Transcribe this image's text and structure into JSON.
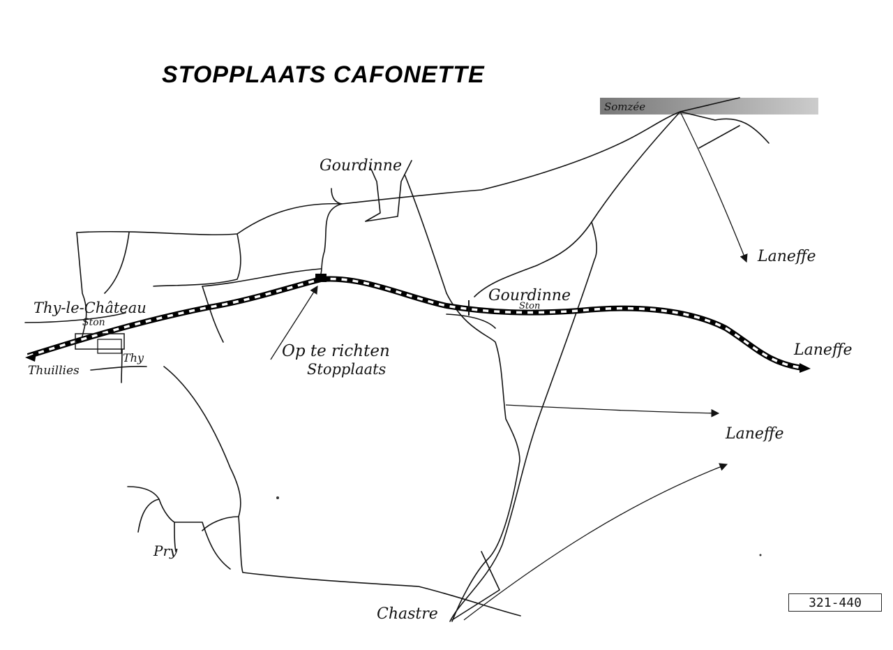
{
  "title": "STOPPLAATS  CAFONETTE",
  "places": {
    "gourdinne": "Gourdinne",
    "thy_le_chateau": "Thy-le-Château",
    "thy_le_chateau_ston": "Ston",
    "thuillies": "Thuillies",
    "thy": "Thy",
    "op_te_richten_1": "Op te richten",
    "op_te_richten_2": "Stopplaats",
    "gourdinne_station": "Gourdinne",
    "gourdinne_ston": "Ston",
    "laneffe_top": "Laneffe",
    "laneffe_rail": "Laneffe",
    "laneffe_mid": "Laneffe",
    "somzee": "Somzée",
    "pry": "Pry",
    "chastre": "Chastre"
  },
  "reference_code": "321-440",
  "colors": {
    "ink": "#111111",
    "rail_fill": "#ffffff"
  }
}
